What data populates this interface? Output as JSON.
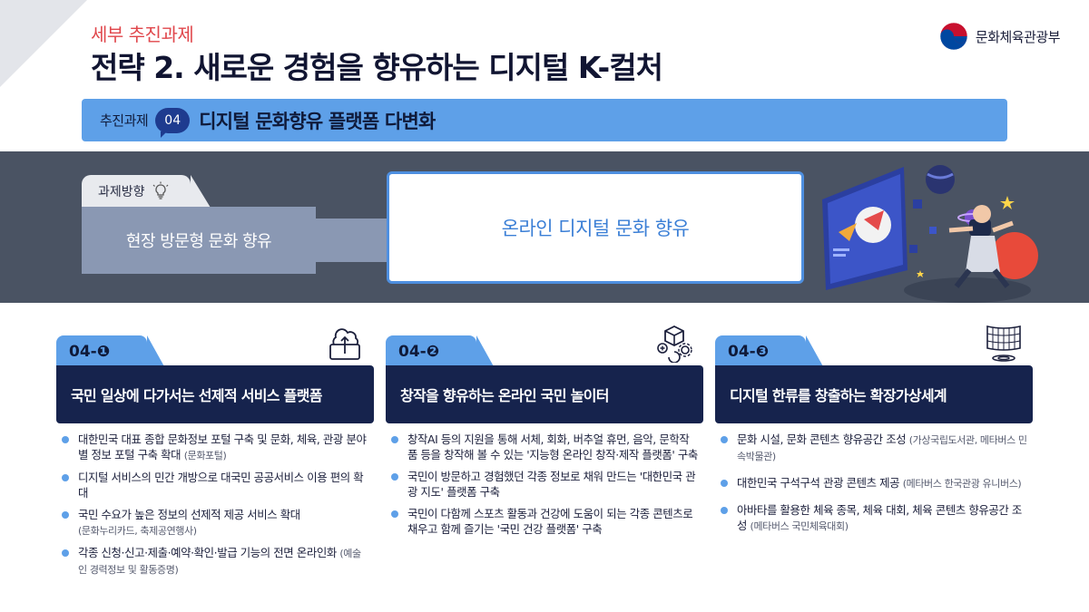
{
  "header": {
    "subtitle": "세부 추진과제",
    "title": "전략 2. 새로운 경험을 향유하는 디지털 K-컬처",
    "ministry": "문화체육관광부"
  },
  "task": {
    "label": "추진과제",
    "number": "04",
    "title": "디지털 문화향유 플랫폼 다변화"
  },
  "direction": {
    "tab_label": "과제방향",
    "from": "현장 방문형 문화 향유",
    "to": "온라인 디지털 문화 향유"
  },
  "cards": [
    {
      "code": "04-❶",
      "icon": "cloud-tablet-icon",
      "title": "국민 일상에 다가서는 선제적 서비스 플랫폼",
      "items": [
        {
          "text": "대한민국 대표 종합 문화정보 포털 구축 및 문화, 체육, 관광 분야별 정보 포털 구축 확대",
          "note": "(문화포털)"
        },
        {
          "text": "디지털 서비스의 민간 개방으로 대국민 공공서비스 이용 편의 확대",
          "note": ""
        },
        {
          "text": "국민 수요가 높은 정보의 선제적 제공 서비스 확대",
          "note": "(문화누리카드, 축제공연행사)"
        },
        {
          "text": "각종 신청·신고·제출·예약·확인·발급 기능의 전면 온라인화",
          "note": "(예술인 경력정보 및 활동증명)"
        }
      ]
    },
    {
      "code": "04-❷",
      "icon": "cube-gear-icon",
      "title": "창작을 향유하는 온라인 국민 놀이터",
      "items": [
        {
          "text": "창작AI 등의 지원을 통해 서체, 회화, 버추얼 휴먼, 음악, 문학작품 등을 창작해 볼 수 있는 '지능형 온라인 창작·제작 플랫폼' 구축",
          "note": ""
        },
        {
          "text": "국민이 방문하고 경험했던 각종 정보로 채워 만드는 '대한민국 관광 지도' 플랫폼 구축",
          "note": ""
        },
        {
          "text": "국민이 다함께 스포츠 활동과 건강에 도움이 되는 각종 콘텐츠로 채우고 함께 즐기는 '국민 건강 플랫폼' 구축",
          "note": ""
        }
      ]
    },
    {
      "code": "04-❸",
      "icon": "hologram-screen-icon",
      "title": "디지털 한류를 창출하는 확장가상세계",
      "items": [
        {
          "text": "문화 시설, 문화 콘텐츠 향유공간 조성",
          "note": "(가상국립도서관, 메타버스 민속박물관)"
        },
        {
          "text": "대한민국 구석구석 관광 콘텐츠 제공",
          "note": "(메타버스 한국관광 유니버스)"
        },
        {
          "text": "아바타를 활용한 체육 종목, 체육 대회, 체육 콘텐츠 향유공간 조성",
          "note": "(메타버스 국민체육대회)"
        }
      ]
    }
  ]
}
